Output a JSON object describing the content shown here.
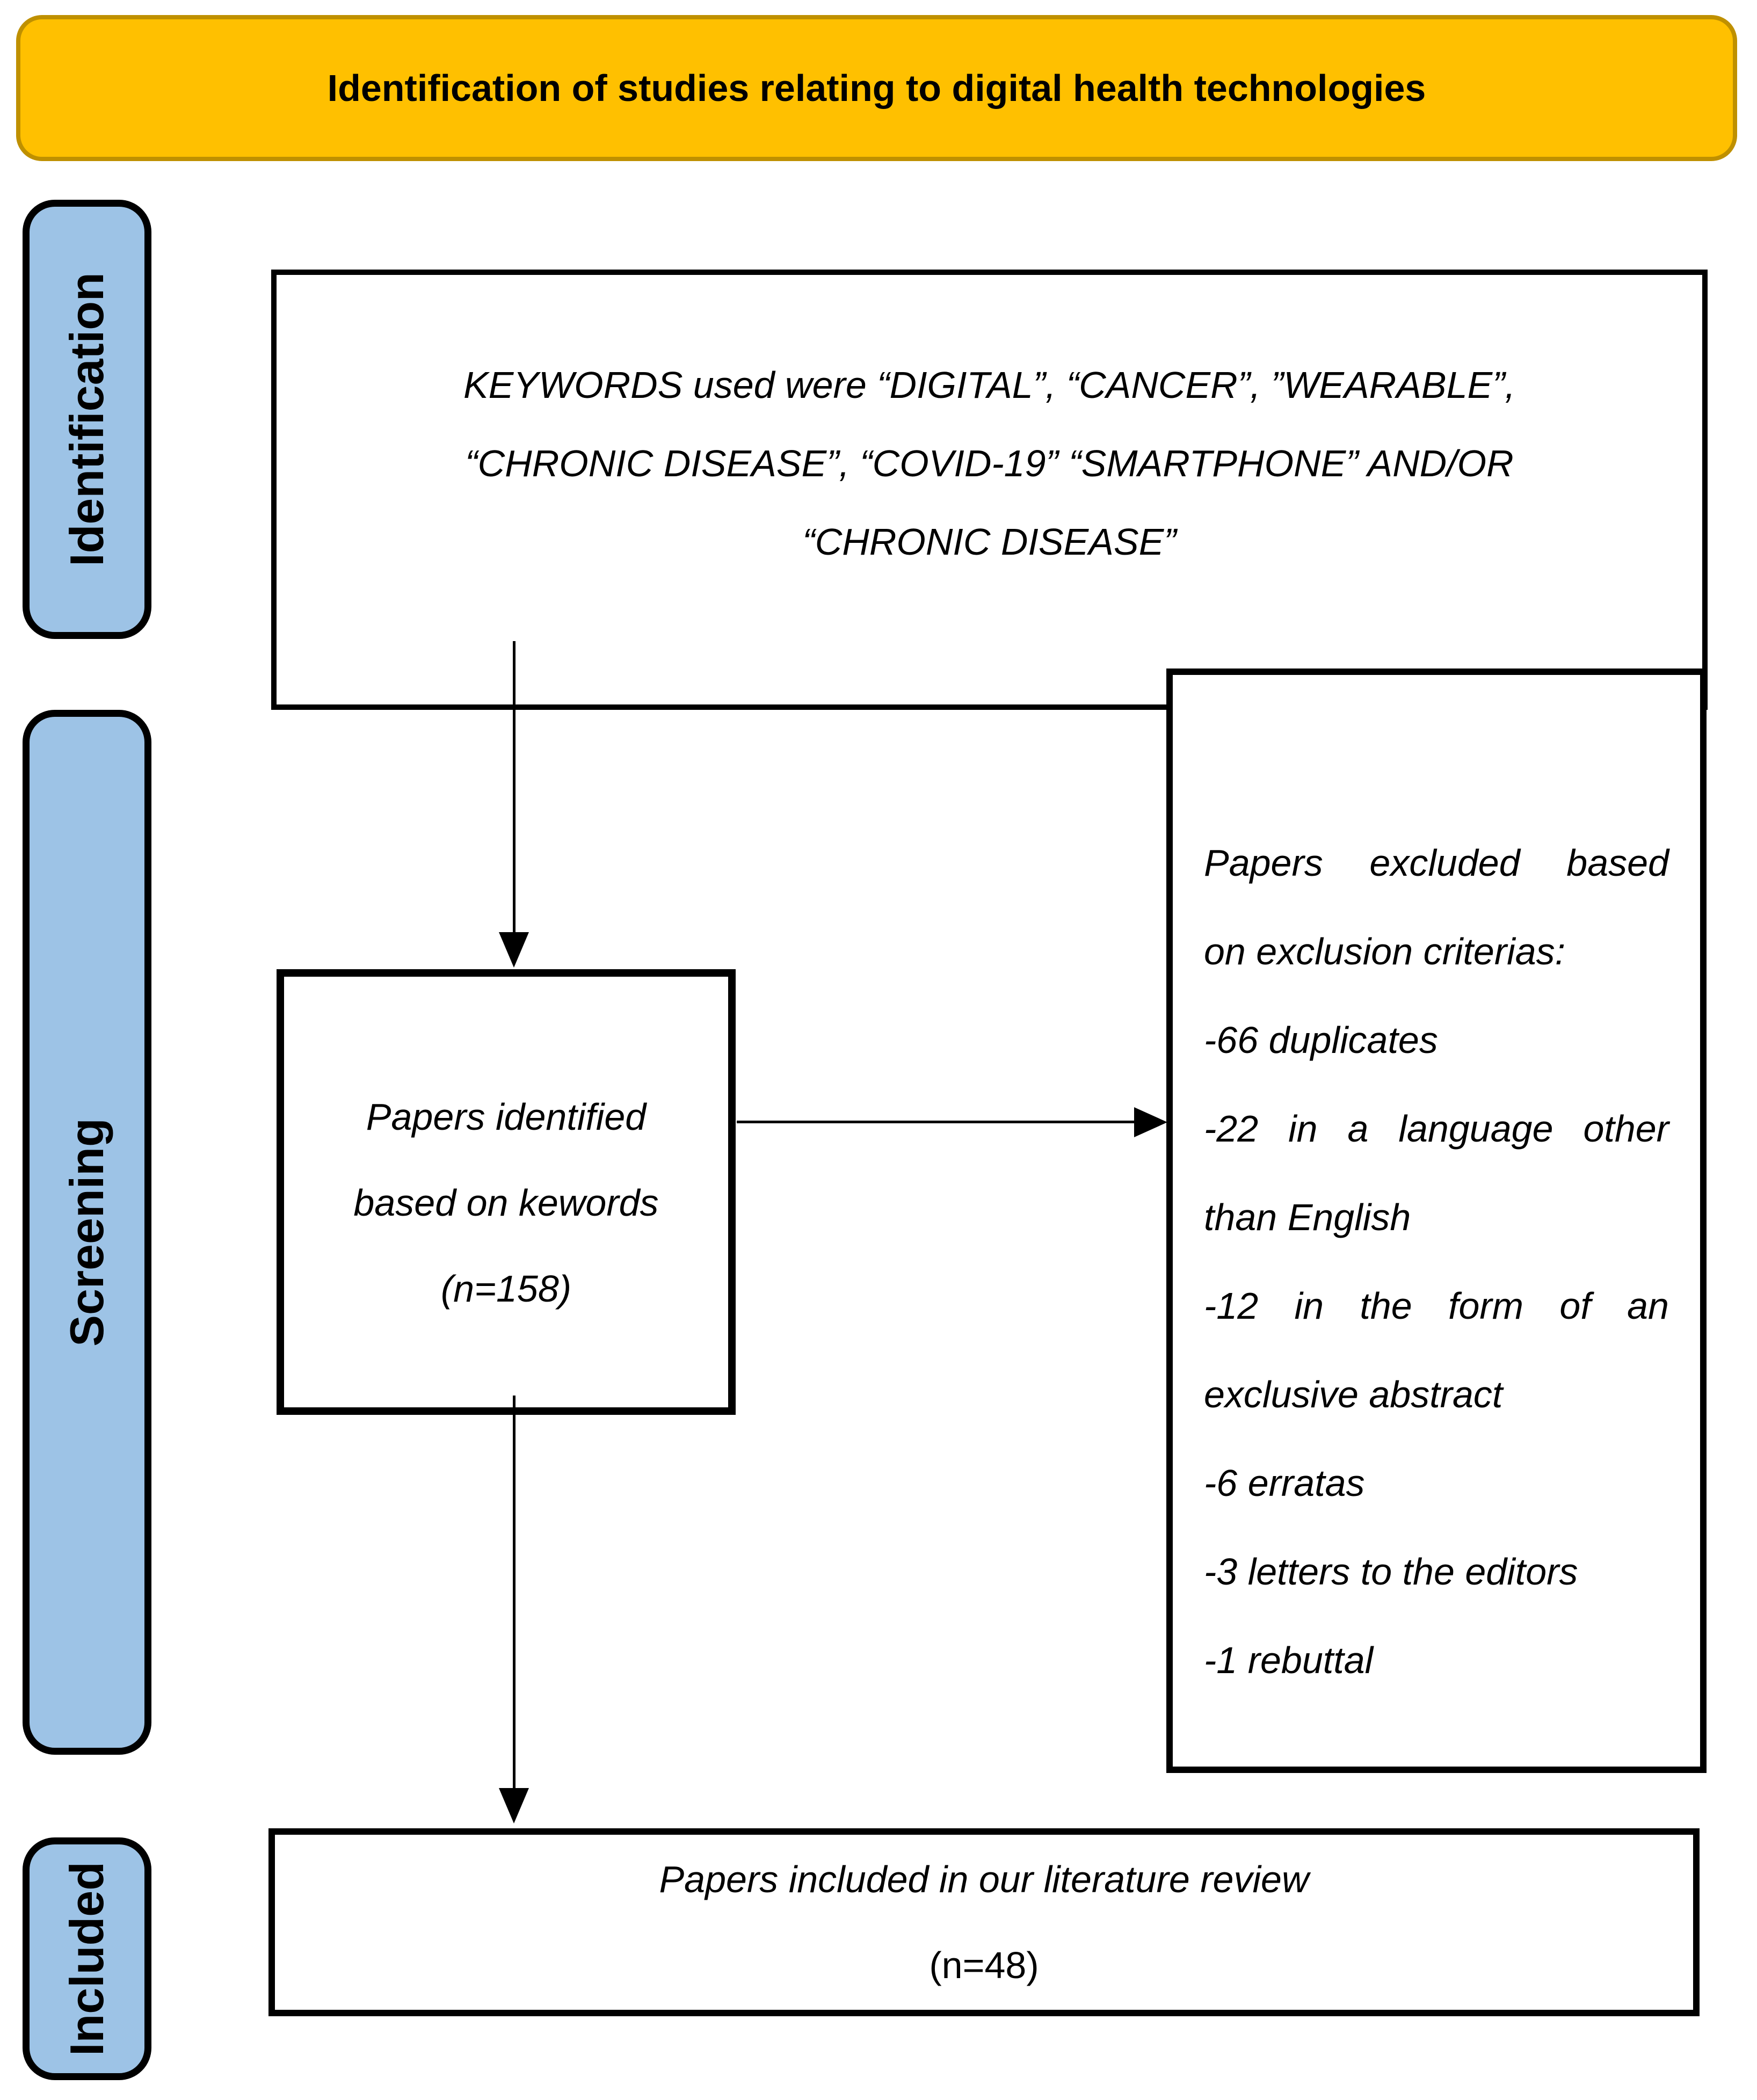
{
  "title_banner": {
    "text": "Identification of studies relating to digital health technologies"
  },
  "colors": {
    "banner_fill": "#FFC000",
    "banner_border": "#BF9000",
    "stage_label_fill": "#9DC3E6",
    "box_border": "#000000",
    "text": "#000000",
    "background": "#FFFFFF"
  },
  "stages": {
    "identification": "Identification",
    "screening": "Screening",
    "included": "Included"
  },
  "keywords_box": {
    "line1": "KEYWORDS used were “DIGITAL”, “CANCER”, ”WEARABLE”,",
    "line2": "“CHRONIC DISEASE”, “COVID-19” “SMARTPHONE” AND/OR",
    "line3": "“CHRONIC DISEASE”"
  },
  "identified_box": {
    "line1": "Papers identified",
    "line2": "based on kewords",
    "line3": "(n=158)"
  },
  "exclusion_box": {
    "lines": [
      "Papers excluded based",
      "on exclusion criterias:",
      "-66 duplicates",
      "-22 in a language other",
      "than English",
      "-12 in the form of an",
      "exclusive abstract",
      "-6 erratas",
      "-3 letters to the editors",
      "-1 rebuttal"
    ],
    "full_text": "Papers excluded based on exclusion criterias: -66 duplicates, -22 in a language other than English, -12 in the form of an exclusive abstract, -6 erratas, -3 letters to the editors, -1 rebuttal"
  },
  "included_box": {
    "line1": "Papers included in our literature review",
    "line2": "(n=48)"
  }
}
